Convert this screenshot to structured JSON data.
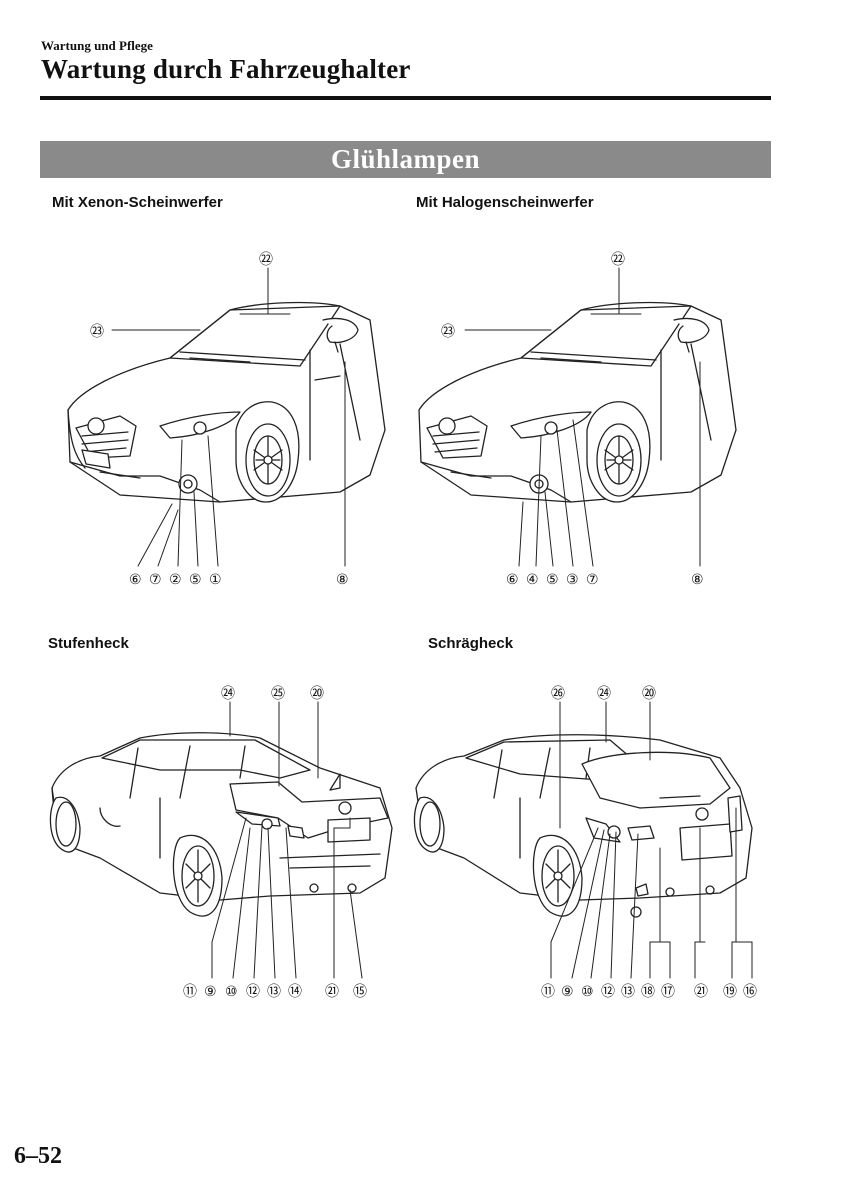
{
  "header": {
    "breadcrumb": "Wartung und Pflege",
    "title": "Wartung durch Fahrzeughalter"
  },
  "section": {
    "title": "Glühlampen"
  },
  "figures": {
    "xenon": {
      "caption": "Mit Xenon-Scheinwerfer",
      "top_callouts": [
        "㉒",
        "㉓"
      ],
      "bottom_callouts": [
        "⑥",
        "⑦",
        "②",
        "⑤",
        "①",
        "⑧"
      ]
    },
    "halogen": {
      "caption": "Mit Halogenscheinwerfer",
      "top_callouts": [
        "㉒",
        "㉓"
      ],
      "bottom_callouts": [
        "⑥",
        "④",
        "⑤",
        "③",
        "⑦",
        "⑧"
      ]
    },
    "stufenheck": {
      "caption": "Stufenheck",
      "top_callouts": [
        "㉔",
        "㉕",
        "⑳"
      ],
      "bottom_callouts": [
        "⑪",
        "⑨",
        "⑩",
        "⑫",
        "⑬",
        "⑭",
        "㉑",
        "⑮"
      ]
    },
    "schraegheck": {
      "caption": "Schrägheck",
      "top_callouts": [
        "㉖",
        "㉔",
        "⑳"
      ],
      "bottom_callouts": [
        "⑪",
        "⑨",
        "⑩",
        "⑫",
        "⑬",
        "⑱",
        "⑰",
        "㉑",
        "⑲",
        "⑯"
      ]
    }
  },
  "footer": {
    "page_number": "6–52"
  }
}
